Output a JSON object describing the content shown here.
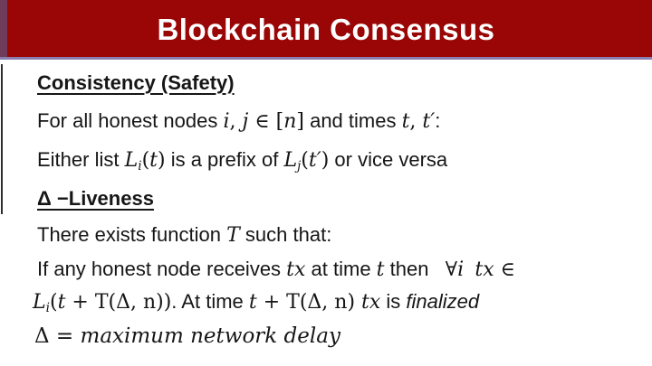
{
  "slide": {
    "title": "Blockchain Consensus",
    "colors": {
      "header_bg": "#9a0505",
      "header_accent_left": "#6e3c5a",
      "header_underline": "#8a7fae",
      "title_text": "#ffffff",
      "body_text": "#161616"
    },
    "body": {
      "heading_safety": [
        {
          "t": "Consistency (Safety)",
          "s": "b"
        }
      ],
      "line_forall": [
        {
          "t": "For all honest nodes ",
          "s": "p"
        },
        {
          "t": "i",
          "s": "v"
        },
        {
          "t": ", ",
          "s": "m"
        },
        {
          "t": "j",
          "s": "v"
        },
        {
          "t": " ∈ [",
          "s": "m"
        },
        {
          "t": "n",
          "s": "v"
        },
        {
          "t": "]",
          "s": "m"
        },
        {
          "t": " and times ",
          "s": "p"
        },
        {
          "t": "t",
          "s": "v"
        },
        {
          "t": ", ",
          "s": "m"
        },
        {
          "t": "t′",
          "s": "v"
        },
        {
          "t": ":",
          "s": "p"
        }
      ],
      "line_prefix": [
        {
          "t": "Either list ",
          "s": "p"
        },
        {
          "t": "L",
          "s": "v"
        },
        {
          "t": "i",
          "s": "sub"
        },
        {
          "t": "(",
          "s": "m"
        },
        {
          "t": "t",
          "s": "v"
        },
        {
          "t": ")",
          "s": "m"
        },
        {
          "t": " is a prefix of ",
          "s": "p"
        },
        {
          "t": "L",
          "s": "v"
        },
        {
          "t": "j",
          "s": "sub"
        },
        {
          "t": "(",
          "s": "m"
        },
        {
          "t": "t′",
          "s": "v"
        },
        {
          "t": ")",
          "s": "m"
        },
        {
          "t": " or vice versa",
          "s": "p"
        }
      ],
      "heading_liveness": [
        {
          "t": "Δ −Liveness",
          "s": "b"
        }
      ],
      "line_exists": [
        {
          "t": "There exists function ",
          "s": "p"
        },
        {
          "t": "T",
          "s": "v"
        },
        {
          "t": " such that:",
          "s": "p"
        }
      ],
      "line_receives": [
        {
          "t": "If any honest node receives ",
          "s": "p"
        },
        {
          "t": "tx",
          "s": "v"
        },
        {
          "t": " at time ",
          "s": "p"
        },
        {
          "t": "t",
          "s": "v"
        },
        {
          "t": " then   ",
          "s": "p"
        },
        {
          "t": "∀",
          "s": "m"
        },
        {
          "t": "i",
          "s": "v"
        },
        {
          "t": "  ",
          "s": "p"
        },
        {
          "t": "tx",
          "s": "v"
        },
        {
          "t": " ∈",
          "s": "m"
        }
      ],
      "line_finalized": [
        {
          "t": "L",
          "s": "v"
        },
        {
          "t": "i",
          "s": "sub"
        },
        {
          "t": "(",
          "s": "m"
        },
        {
          "t": "t",
          "s": "v"
        },
        {
          "t": " + T(Δ, n))",
          "s": "m"
        },
        {
          "t": ". At time ",
          "s": "p"
        },
        {
          "t": "t",
          "s": "v"
        },
        {
          "t": " + T(Δ, n) ",
          "s": "m"
        },
        {
          "t": "tx",
          "s": "v"
        },
        {
          "t": " is ",
          "s": "p"
        },
        {
          "t": "finalized",
          "s": "i"
        }
      ],
      "line_delta": [
        {
          "t": "Δ = ",
          "s": "m"
        },
        {
          "t": "maximum network delay",
          "s": "v"
        }
      ]
    }
  }
}
